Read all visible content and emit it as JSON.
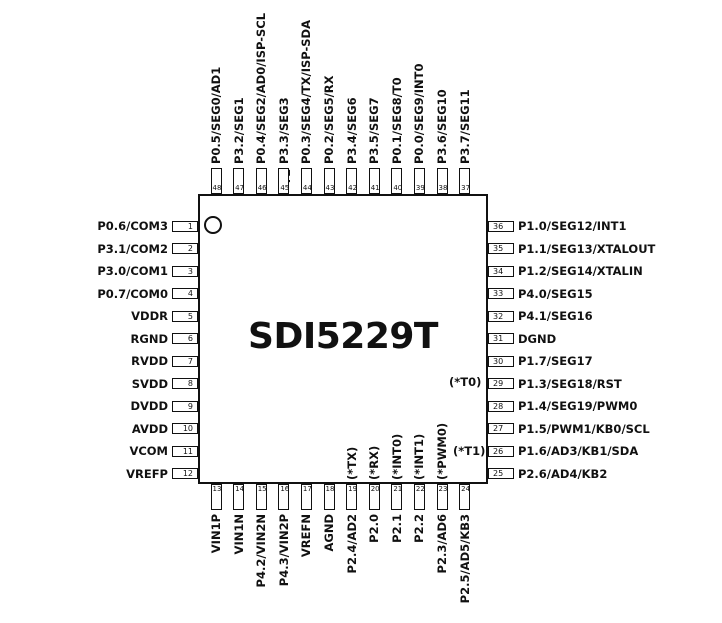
{
  "chip": {
    "name": "SDI5229T"
  },
  "notes": {
    "t1_top": "T1",
    "t0_right": "(*T0)",
    "t1_right": "(*T1)"
  },
  "pins": {
    "left": [
      {
        "num": "1",
        "label": "P0.6/COM3"
      },
      {
        "num": "2",
        "label": "P3.1/COM2"
      },
      {
        "num": "3",
        "label": "P3.0/COM1"
      },
      {
        "num": "4",
        "label": "P0.7/COM0"
      },
      {
        "num": "5",
        "label": "VDDR"
      },
      {
        "num": "6",
        "label": "RGND"
      },
      {
        "num": "7",
        "label": "RVDD"
      },
      {
        "num": "8",
        "label": "SVDD"
      },
      {
        "num": "9",
        "label": "DVDD"
      },
      {
        "num": "10",
        "label": "AVDD"
      },
      {
        "num": "11",
        "label": "VCOM"
      },
      {
        "num": "12",
        "label": "VREFP"
      }
    ],
    "right": [
      {
        "num": "36",
        "label": "P1.0/SEG12/INT1"
      },
      {
        "num": "35",
        "label": "P1.1/SEG13/XTALOUT"
      },
      {
        "num": "34",
        "label": "P1.2/SEG14/XTALIN"
      },
      {
        "num": "33",
        "label": "P4.0/SEG15"
      },
      {
        "num": "32",
        "label": "P4.1/SEG16"
      },
      {
        "num": "31",
        "label": "DGND"
      },
      {
        "num": "30",
        "label": "P1.7/SEG17"
      },
      {
        "num": "29",
        "label": "P1.3/SEG18/RST"
      },
      {
        "num": "28",
        "label": "P1.4/SEG19/PWM0"
      },
      {
        "num": "27",
        "label": "P1.5/PWM1/KB0/SCL"
      },
      {
        "num": "26",
        "label": "P1.6/AD3/KB1/SDA"
      },
      {
        "num": "25",
        "label": "P2.6/AD4/KB2"
      }
    ],
    "top": [
      {
        "num": "48",
        "label": "P0.5/SEG0/AD1"
      },
      {
        "num": "47",
        "label": "P3.2/SEG1"
      },
      {
        "num": "46",
        "label": "P0.4/SEG2/AD0/ISP-SCL"
      },
      {
        "num": "45",
        "label": "P3.3/SEG3"
      },
      {
        "num": "44",
        "label": "P0.3/SEG4/TX/ISP-SDA"
      },
      {
        "num": "43",
        "label": "P0.2/SEG5/RX"
      },
      {
        "num": "42",
        "label": "P3.4/SEG6"
      },
      {
        "num": "41",
        "label": "P3.5/SEG7"
      },
      {
        "num": "40",
        "label": "P0.1/SEG8/T0"
      },
      {
        "num": "39",
        "label": "P0.0/SEG9/INT0"
      },
      {
        "num": "38",
        "label": "P3.6/SEG10"
      },
      {
        "num": "37",
        "label": "P3.7/SEG11"
      }
    ],
    "bottom": [
      {
        "num": "13",
        "label": "VIN1P",
        "note": ""
      },
      {
        "num": "14",
        "label": "VIN1N",
        "note": ""
      },
      {
        "num": "15",
        "label": "P4.2/VIN2N",
        "note": ""
      },
      {
        "num": "16",
        "label": "P4.3/VIN2P",
        "note": ""
      },
      {
        "num": "17",
        "label": "VREFN",
        "note": ""
      },
      {
        "num": "18",
        "label": "AGND",
        "note": ""
      },
      {
        "num": "19",
        "label": "P2.4/AD2",
        "note": "(*TX)"
      },
      {
        "num": "20",
        "label": "P2.0",
        "note": "(*RX)"
      },
      {
        "num": "21",
        "label": "P2.1",
        "note": "(*INT0)"
      },
      {
        "num": "22",
        "label": "P2.2",
        "note": "(*INT1)"
      },
      {
        "num": "23",
        "label": "P2.3/AD6",
        "note": "(*PWM0)"
      },
      {
        "num": "24",
        "label": "P2.5/AD5/KB3",
        "note": ""
      }
    ]
  }
}
